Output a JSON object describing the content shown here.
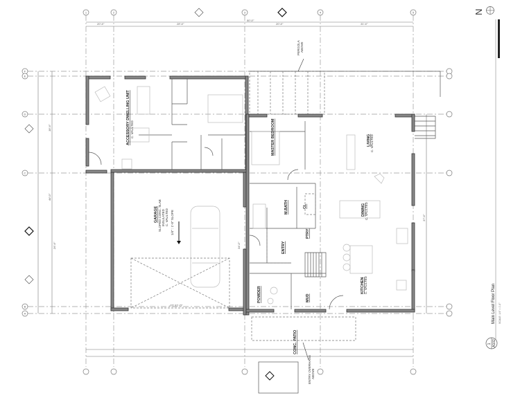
{
  "sheet": {
    "title": "Main Level Floor Plan",
    "scale": "SCALE: 1/4\" = 1'-0\"",
    "detail_number": "1",
    "sheet_number": "A102",
    "north_label": "N"
  },
  "grid_bubbles": {
    "top": [
      "1",
      "2",
      "3",
      "4",
      "5"
    ],
    "left": [
      "F",
      "E",
      "D",
      "C",
      "B",
      "A"
    ]
  },
  "rooms": {
    "adu": {
      "name": "ACCESSORY DWELLING UNIT",
      "note": "C. VAULTED"
    },
    "garage": {
      "name": "GARAGE",
      "notes": [
        "SLOPED CONC. SLAB",
        "INSULATED",
        "C. VAULTED",
        "1/4\" : 1'-0\" SLOPE"
      ]
    },
    "master": {
      "name": "MASTER BEDROOM"
    },
    "living": {
      "name": "LIVING",
      "note": "C. VAULTED"
    },
    "dining": {
      "name": "DINING",
      "note": "C. VAULTED"
    },
    "mbath": {
      "name": "M.BATH"
    },
    "closet": {
      "name": "CL"
    },
    "entry": {
      "name": "ENTRY"
    },
    "pantry": {
      "name": "PTRY"
    },
    "powder": {
      "name": "POWDER"
    },
    "mud": {
      "name": "MUD"
    },
    "kitchen": {
      "name": "KITCHEN",
      "note": "C. VAULTED"
    },
    "patio": {
      "name": "CONC. PATIO"
    }
  },
  "annotations": {
    "pergola": [
      "PERGOLA",
      "ABOVE"
    ],
    "overhang": [
      "ENTRY OVERHANG",
      "ABOVE"
    ]
  },
  "dimensions": {
    "top": [
      "20'-6\"",
      "28'-6\"",
      "50'-0\"",
      "20'-6\"",
      "31'-6\""
    ],
    "left": [
      "44'-0\"",
      "18'-6\"",
      "26'-6\""
    ],
    "right": "37'-6\"",
    "garage_width": "22'-10 1/2\"",
    "garage_depth": "34'-0\""
  }
}
